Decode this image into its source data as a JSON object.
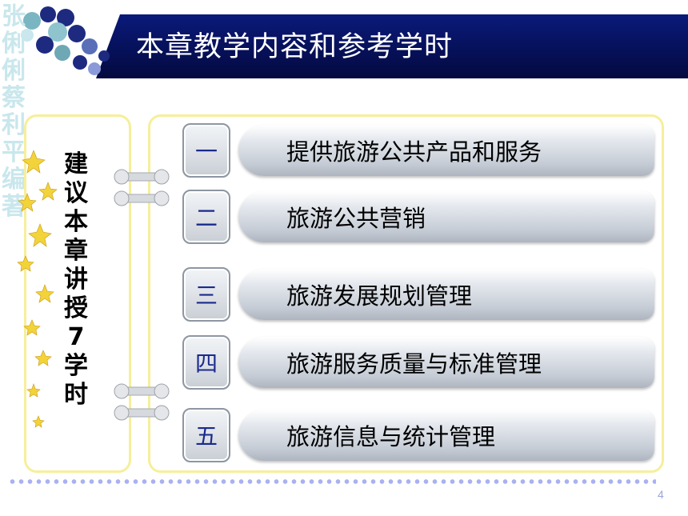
{
  "header": {
    "title": "本章教学内容和参考学时"
  },
  "watermark": {
    "chars": [
      "张",
      "俐",
      "俐",
      "蔡",
      "利",
      "平",
      "编",
      "著"
    ]
  },
  "sidebar_note": {
    "chars": [
      "建",
      "议",
      "本",
      "章",
      "讲",
      "授",
      "7",
      "学",
      "时"
    ]
  },
  "items": [
    {
      "num": "一",
      "label": "提供旅游公共产品和服务"
    },
    {
      "num": "二",
      "label": "旅游公共营销"
    },
    {
      "num": "三",
      "label": "旅游发展规划管理"
    },
    {
      "num": "四",
      "label": "旅游服务质量与标准管理"
    },
    {
      "num": "五",
      "label": "旅游信息与统计管理"
    }
  ],
  "footer": {
    "page_number": "4"
  },
  "colors": {
    "header_bar": "#061057",
    "panel_border": "#f6ef9a",
    "number_text": "#1a2a8c",
    "dots": "#a9b1f0"
  }
}
